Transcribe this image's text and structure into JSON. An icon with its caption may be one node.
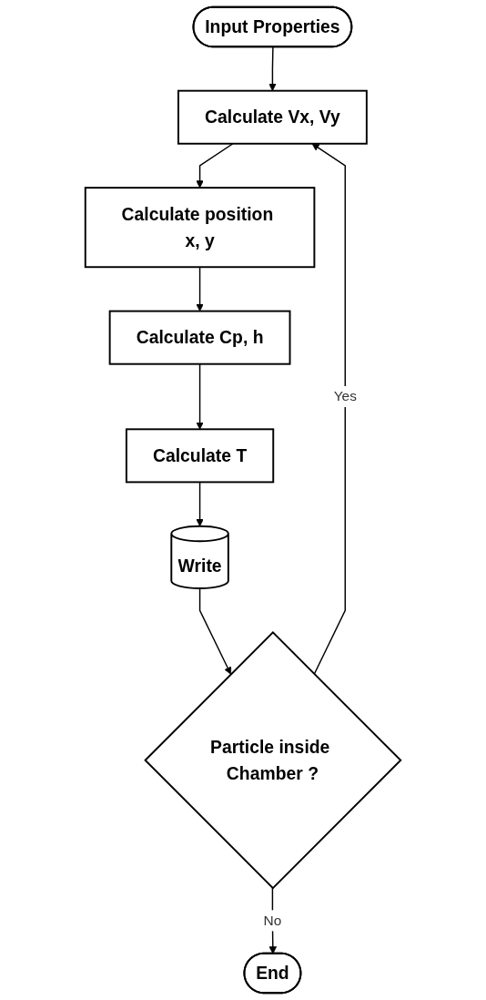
{
  "diagram": {
    "nodes": [
      {
        "text": [
          "Input Properties"
        ]
      },
      {
        "text": [
          "Calculate Vx, Vy"
        ]
      },
      {
        "text": [
          "Calculate position x, y"
        ]
      },
      {
        "text": [
          "Calculate Cp, h"
        ]
      },
      {
        "text": [
          "Calculate T"
        ]
      },
      {
        "text": [
          "Write"
        ]
      },
      {
        "text": [
          "Particle inside Chamber ?"
        ]
      },
      {
        "text": [
          "End"
        ]
      }
    ],
    "edges": [
      {
        "from": 0,
        "to": 1,
        "arrow": "to"
      },
      {
        "from": 1,
        "to": 2,
        "arrow": "to"
      },
      {
        "from": 2,
        "to": 3,
        "arrow": "to"
      },
      {
        "from": 3,
        "to": 4,
        "arrow": "to"
      },
      {
        "from": 4,
        "to": 5,
        "arrow": "to"
      },
      {
        "from": 5,
        "to": 6,
        "arrow": "to"
      },
      {
        "from": 6,
        "to": 1,
        "label": "Yes",
        "arrow": "to"
      },
      {
        "from": 6,
        "to": 7,
        "label": "No",
        "arrow": "to"
      }
    ]
  }
}
